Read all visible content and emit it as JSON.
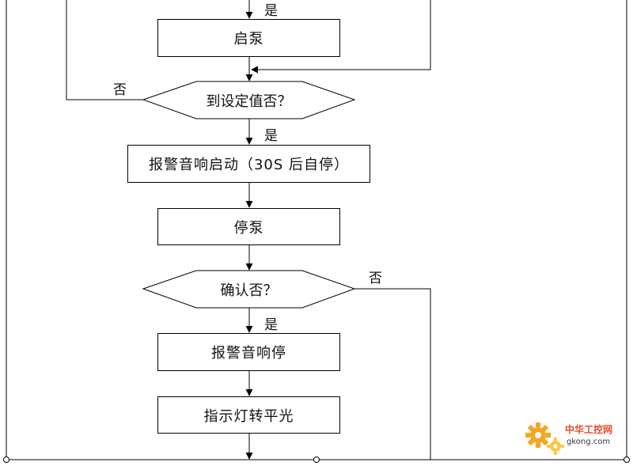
{
  "steps": {
    "start_pump": "启泵",
    "check_setpoint": "到设定值否？",
    "alarm_start": "报警音响启动（30S 后自停）",
    "stop_pump": "停泵",
    "confirm": "确认否？",
    "alarm_stop": "报警音响停",
    "indicator": "指示灯转平光"
  },
  "labels": {
    "yes_top": "是",
    "yes_setpoint": "是",
    "no_setpoint": "否",
    "no_confirm": "否",
    "yes_confirm": "是"
  },
  "watermark": {
    "brand": "中华工控网",
    "domain": "gkong.com"
  },
  "colors": {
    "line": "#000000",
    "gear_orange": "#f5a623",
    "gear_yellow": "#f7c948",
    "brand_red": "#e8492e"
  }
}
